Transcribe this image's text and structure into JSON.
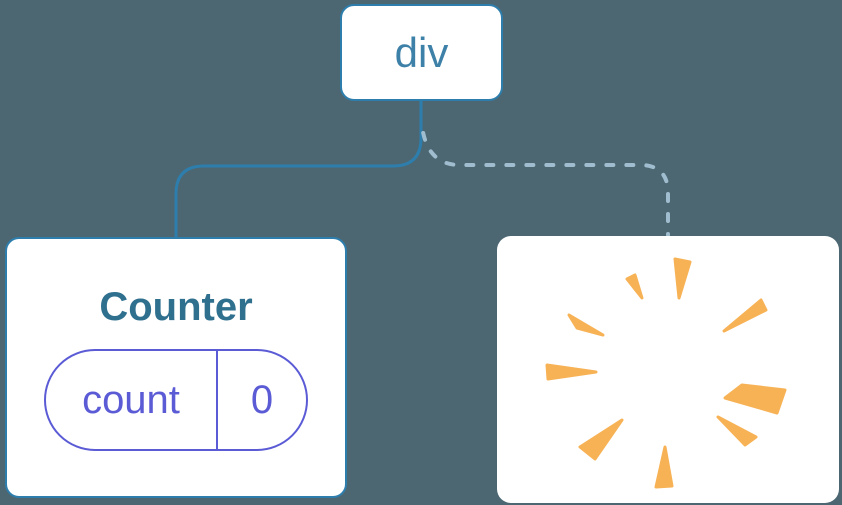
{
  "colors": {
    "background": "#4C6772",
    "card-bg": "#FFFFFF",
    "active-link": "#2E7EAD",
    "root-label": "#3D80A8",
    "component-title": "#30708F",
    "state-accent": "#5B5BD6",
    "inactive-link": "#A0BDCF",
    "poof": "#F7B255"
  },
  "root_node": {
    "label": "div"
  },
  "counter_card": {
    "title": "Counter",
    "state_pill": {
      "name": "count",
      "value": "0"
    }
  },
  "links": {
    "counter": "solid",
    "poof": "dashed"
  }
}
